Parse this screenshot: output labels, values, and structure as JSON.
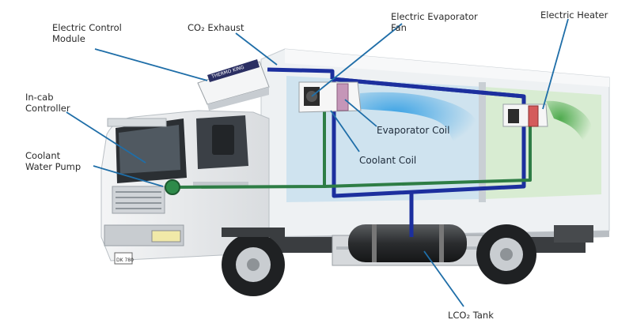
{
  "labels": {
    "electric_control_module": "Electric Control\nModule",
    "co2_exhaust": "CO₂ Exhaust",
    "electric_evaporator_fan": "Electric Evaporator\nFan",
    "electric_heater": "Electric Heater",
    "in_cab_controller": "In-cab\nController",
    "coolant_water_pump": "Coolant\nWater Pump",
    "evaporator_coil": "Evaporator Coil",
    "coolant_coil": "Coolant Coil",
    "lco2_tank": "LCO₂ Tank"
  },
  "unit_badge": "THERMO KING",
  "plate_text": "DK 780",
  "colors": {
    "callout_line": "#1f6ea8",
    "pipe_blue": "#1c2f9e",
    "coolant_green": "#2e7d45",
    "box_front_fill": "#cfe3ef",
    "box_rear_fill": "#d8ecd2",
    "air_blue": "#1e8fd8",
    "air_green": "#3c9a3c"
  }
}
